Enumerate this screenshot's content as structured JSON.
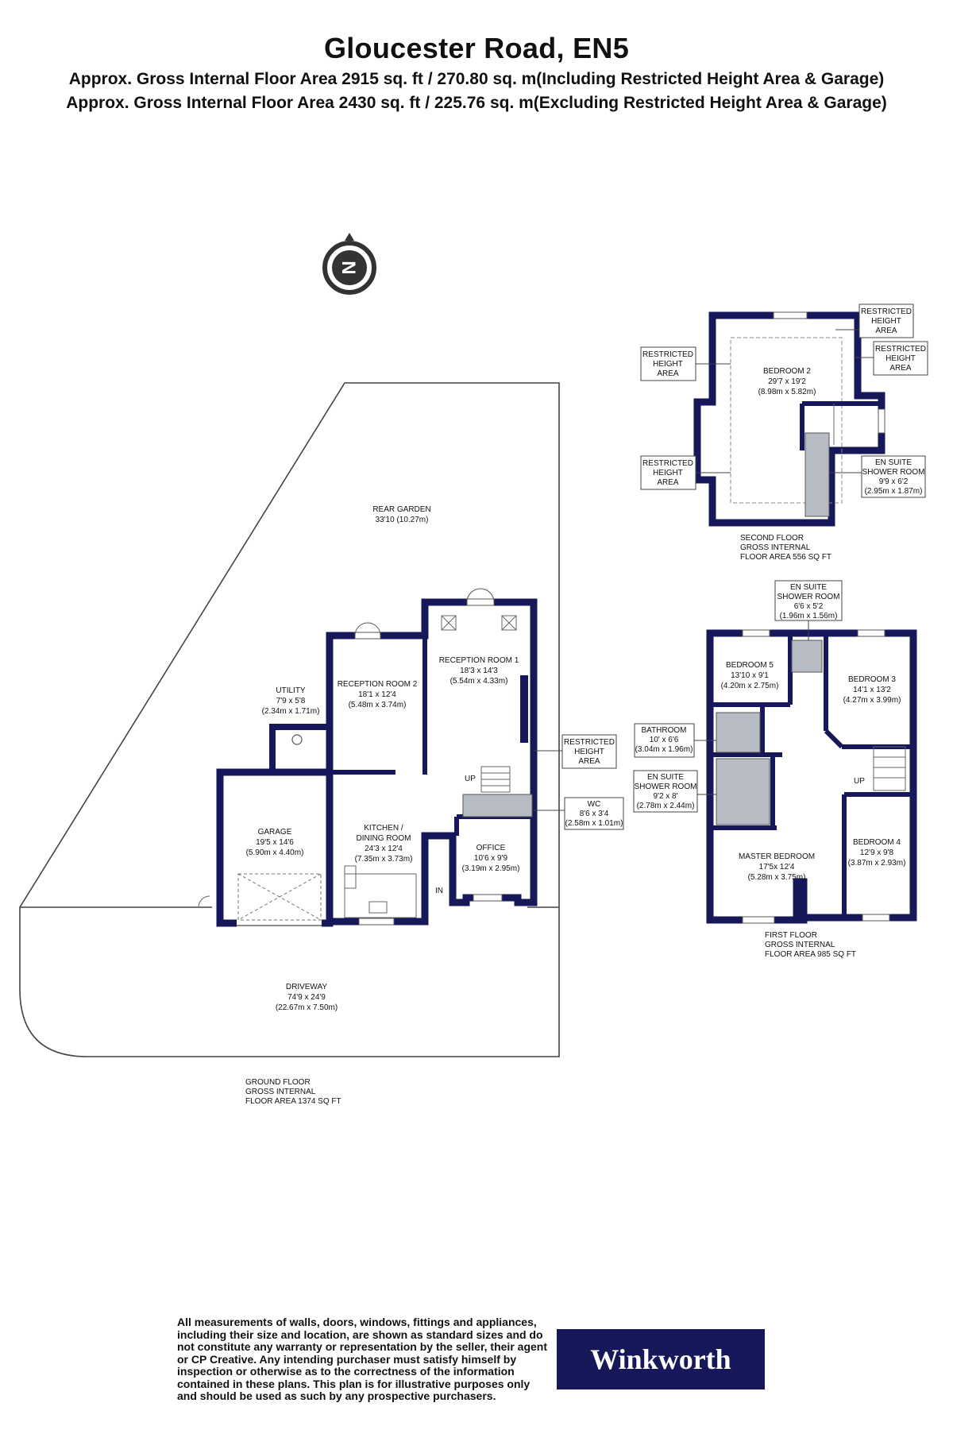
{
  "header": {
    "title": "Gloucester Road, EN5",
    "line1": "Approx. Gross Internal Floor Area 2915 sq. ft / 270.80 sq. m(Including Restricted Height Area & Garage)",
    "line2": "Approx. Gross Internal Floor Area 2430 sq. ft / 225.76 sq. m(Excluding Restricted Height Area & Garage)"
  },
  "compass": {
    "letter": "N"
  },
  "colors": {
    "wall": "#16185a",
    "fixture": "#b7bbc4",
    "line": "#555555"
  },
  "ground_floor": {
    "summary": [
      "GROUND FLOOR",
      "GROSS INTERNAL",
      "FLOOR AREA 1374 SQ FT"
    ],
    "rooms": {
      "rear_garden": [
        "REAR GARDEN",
        "33'10 (10.27m)"
      ],
      "garage": [
        "GARAGE",
        "19'5 x 14'6",
        "(5.90m x 4.40m)"
      ],
      "utility": [
        "UTILITY",
        "7'9 x 5'8",
        "(2.34m x 1.71m)"
      ],
      "reception2": [
        "RECEPTION ROOM 2",
        "18'1 x  12'4",
        "(5.48m x 3.74m)"
      ],
      "reception1": [
        "RECEPTION ROOM 1",
        "18'3 x  14'3",
        "(5.54m x 4.33m)"
      ],
      "kitchen": [
        "KITCHEN /",
        "DINING ROOM",
        "24'3 x 12'4",
        "(7.35m x 3.73m)"
      ],
      "office": [
        "OFFICE",
        "10'6 x 9'9",
        "(3.19m x 2.95m)"
      ],
      "driveway": [
        "DRIVEWAY",
        "74'9 x 24'9",
        "(22.67m x 7.50m)"
      ]
    },
    "callouts": {
      "restricted": [
        "RESTRICTED",
        "HEIGHT",
        "AREA"
      ],
      "wc": [
        "WC",
        "8'6 x 3'4",
        "(2.58m x 1.01m)"
      ]
    },
    "marks": {
      "up": "UP",
      "in": "IN"
    }
  },
  "first_floor": {
    "summary": [
      "FIRST FLOOR",
      "GROSS INTERNAL",
      "FLOOR AREA 985 SQ FT"
    ],
    "rooms": {
      "bedroom5": [
        "BEDROOM 5",
        "13'10 x 9'1",
        "(4.20m x 2.75m)"
      ],
      "bedroom3": [
        "BEDROOM 3",
        "14'1 x 13'2",
        "(4.27m x 3.99m)"
      ],
      "bedroom4": [
        "BEDROOM 4",
        "12'9 x 9'8",
        "(3.87m x 2.93m)"
      ],
      "master": [
        "MASTER BEDROOM",
        "17'5x 12'4",
        "(5.28m x 3.75m)"
      ]
    },
    "callouts": {
      "ensuite_top": [
        "EN SUITE",
        "SHOWER ROOM",
        "6'6 x 5'2",
        "(1.96m x 1.56m)"
      ],
      "bathroom": [
        "BATHROOM",
        "10' x 6'6",
        "(3.04m x 1.96m)"
      ],
      "ensuite_left": [
        "EN SUITE",
        "SHOWER ROOM",
        "9'2 x 8'",
        "(2.78m x 2.44m)"
      ]
    },
    "marks": {
      "up": "UP"
    }
  },
  "second_floor": {
    "summary": [
      "SECOND FLOOR",
      "GROSS INTERNAL",
      "FLOOR AREA 556 SQ FT"
    ],
    "rooms": {
      "bedroom2": [
        "BEDROOM 2",
        "29'7 x 19'2",
        "(8.98m x 5.82m)"
      ]
    },
    "callouts": {
      "restricted": [
        "RESTRICTED",
        "HEIGHT",
        "AREA"
      ],
      "ensuite": [
        "EN SUITE",
        "SHOWER ROOM",
        "9'9 x 6'2",
        "(2.95m x 1.87m)"
      ]
    }
  },
  "footer": {
    "disclaimer": "All measurements of walls, doors, windows, fittings and appliances, including their size and location, are shown as standard sizes and do not constitute any warranty or representation by the seller, their agent or CP Creative. Any intending purchaser must satisfy himself by inspection or otherwise as to the correctness of the information contained in these plans. This plan is for illustrative purposes only and should be used as such by any prospective purchasers.",
    "brand": "Winkworth"
  }
}
